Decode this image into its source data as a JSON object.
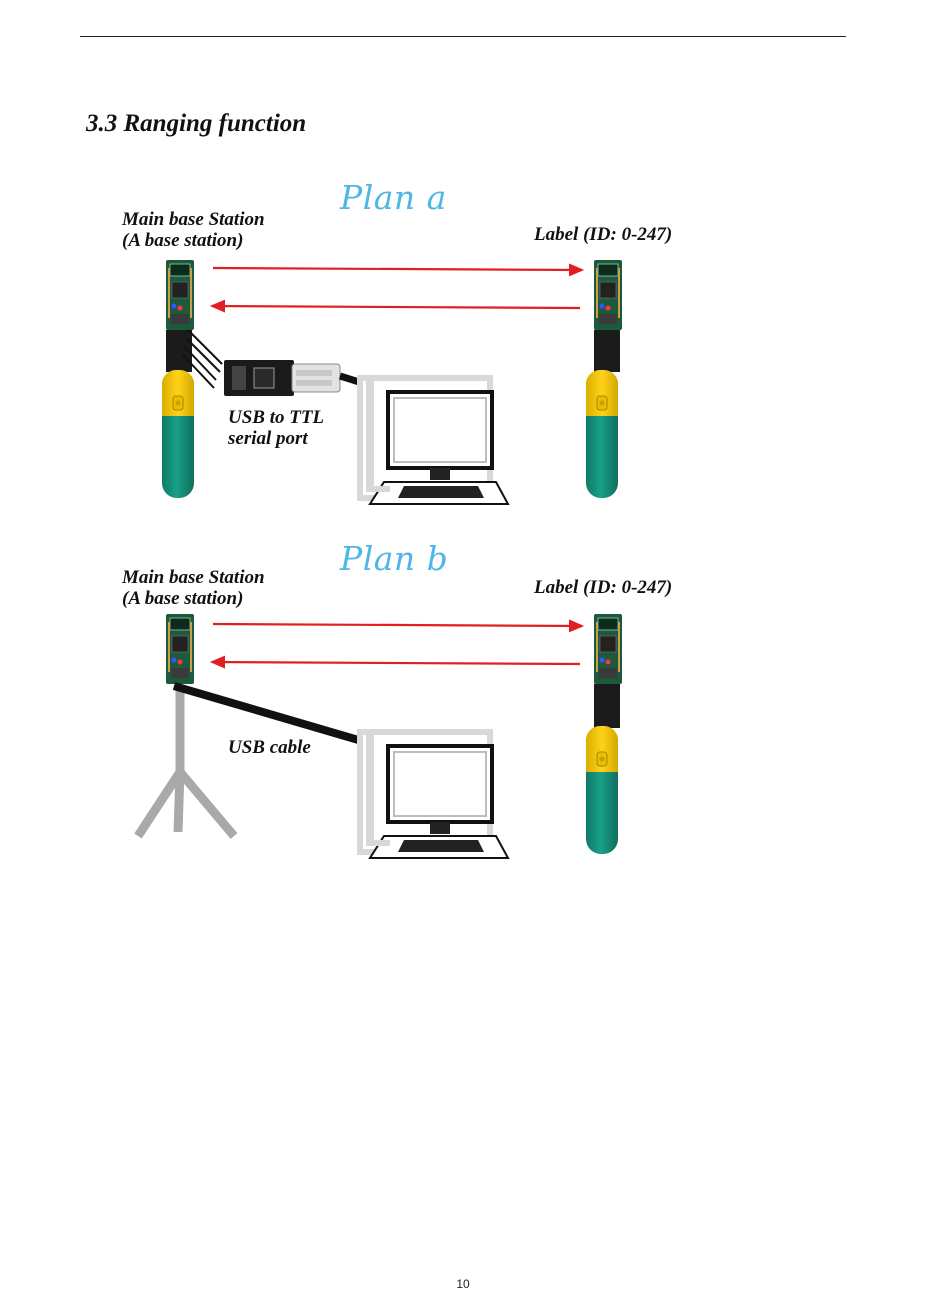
{
  "heading": "3.3 Ranging function",
  "page_number": "10",
  "plan_a": {
    "title": "Plan a",
    "main_station_line1": "Main base Station",
    "main_station_line2": "(A base station)",
    "label_tag": "Label (ID: 0-247)",
    "adapter_line1": "USB to TTL",
    "adapter_line2": "serial port"
  },
  "plan_b": {
    "title": "Plan b",
    "main_station_line1": "Main base Station",
    "main_station_line2": "(A base station)",
    "label_tag": "Label (ID: 0-247)",
    "cable_label": "USB cable"
  },
  "colors": {
    "plan_title": "#4fb6e6",
    "arrow": "#e02020",
    "battery_body": "#16917a",
    "battery_cap": "#f1c400",
    "board": "#1d5a3c"
  }
}
